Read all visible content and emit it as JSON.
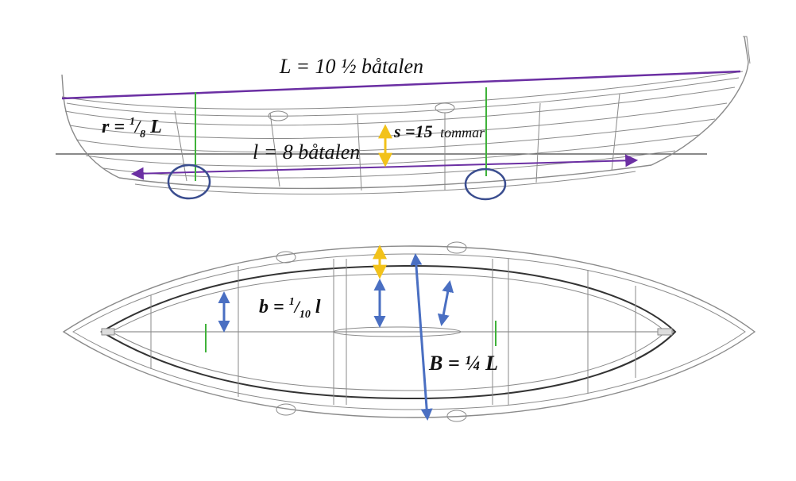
{
  "labels": {
    "L": "L = 10 ½ båtalen",
    "r_main": "r = ",
    "r_num": "1",
    "r_den": "8",
    "r_tail": " L",
    "s": "s =15",
    "s_unit": "tommar",
    "l": "l = 8 båtalen",
    "b_main": "b = ",
    "b_num": "1",
    "b_den": "10",
    "b_tail": " l",
    "B": "B = ¼ L"
  },
  "colors": {
    "purple": "#6b2fa3",
    "yellow": "#f2c21a",
    "green": "#3fb23a",
    "blue": "#4a6fc2",
    "navy": "#3a4d8f",
    "drawing": "#8a8a8a"
  }
}
